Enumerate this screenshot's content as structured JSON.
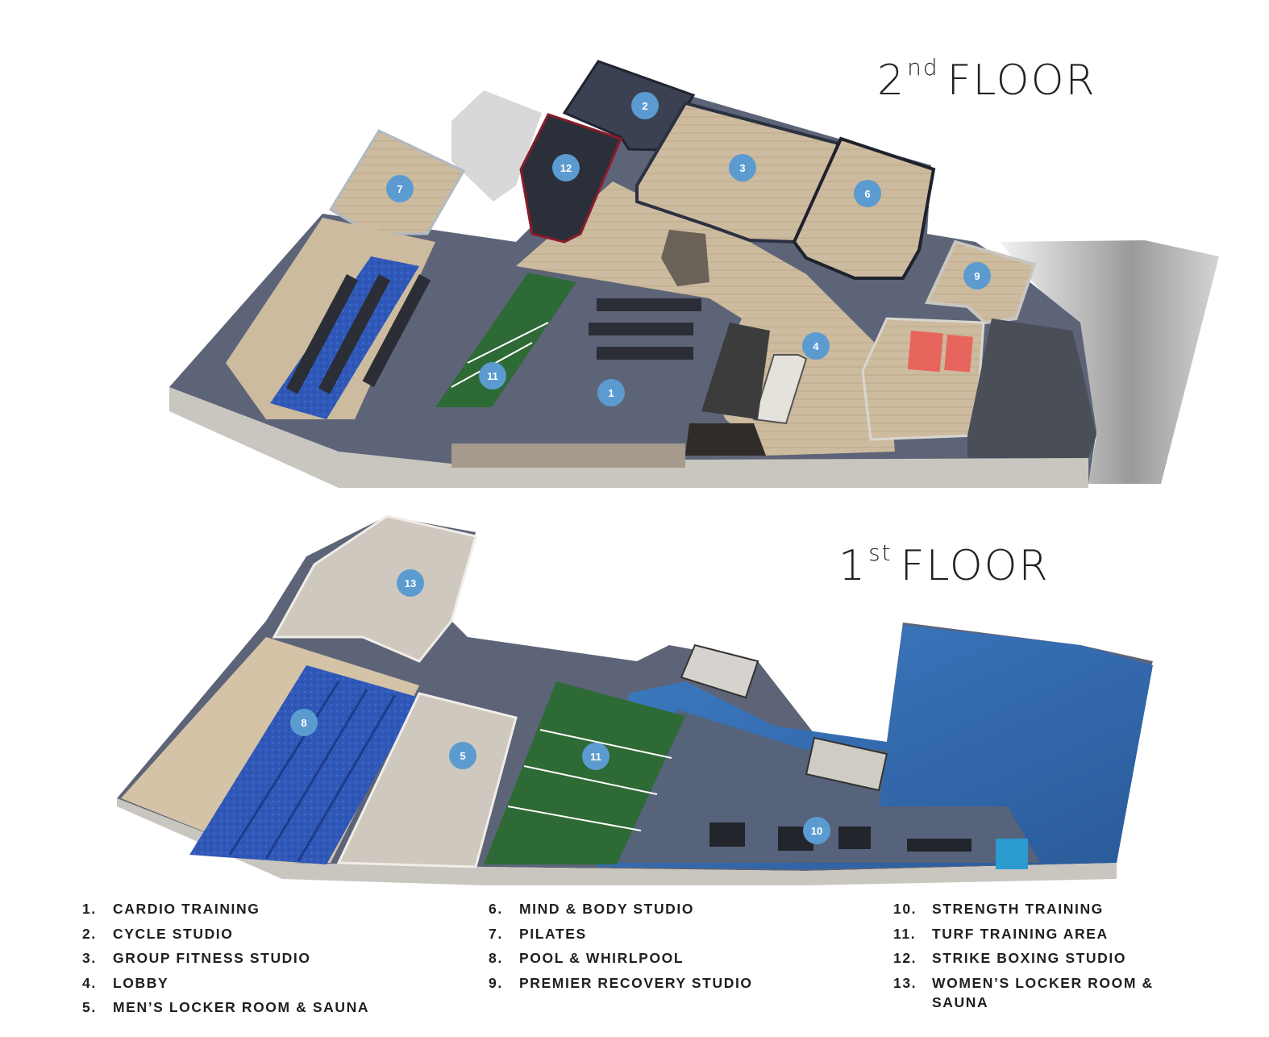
{
  "floors": {
    "second": {
      "prefix": "2",
      "suffix": "nd",
      "word": "FLOOR"
    },
    "first": {
      "prefix": "1",
      "suffix": "st",
      "word": "FLOOR"
    }
  },
  "markers": {
    "m1": "1",
    "m2": "2",
    "m3": "3",
    "m4": "4",
    "m6": "6",
    "m7": "7",
    "m9": "9",
    "m11a": "11",
    "m12": "12",
    "m5": "5",
    "m8": "8",
    "m10": "10",
    "m11b": "11",
    "m13": "13"
  },
  "colors": {
    "marker": "#5b9bd0",
    "floor_gray": "#5d6478",
    "turf_green": "#2e6a35",
    "pool_blue": "#2f58b8",
    "wood": "#cdbba0",
    "wall": "#d9d7d2"
  },
  "legend": [
    {
      "num": "1.",
      "label": "CARDIO TRAINING"
    },
    {
      "num": "2.",
      "label": "CYCLE STUDIO"
    },
    {
      "num": "3.",
      "label": "GROUP FITNESS STUDIO"
    },
    {
      "num": "4.",
      "label": "LOBBY"
    },
    {
      "num": "5.",
      "label": "MEN’S LOCKER ROOM & SAUNA"
    },
    {
      "num": "6.",
      "label": "MIND & BODY STUDIO"
    },
    {
      "num": "7.",
      "label": "PILATES"
    },
    {
      "num": "8.",
      "label": "POOL & WHIRLPOOL"
    },
    {
      "num": "9.",
      "label": "PREMIER RECOVERY STUDIO"
    },
    {
      "num": "10.",
      "label": "STRENGTH TRAINING"
    },
    {
      "num": "11.",
      "label": "TURF TRAINING AREA"
    },
    {
      "num": "12.",
      "label": "STRIKE BOXING STUDIO"
    },
    {
      "num": "13.",
      "label": "WOMEN’S LOCKER ROOM & SAUNA"
    }
  ]
}
